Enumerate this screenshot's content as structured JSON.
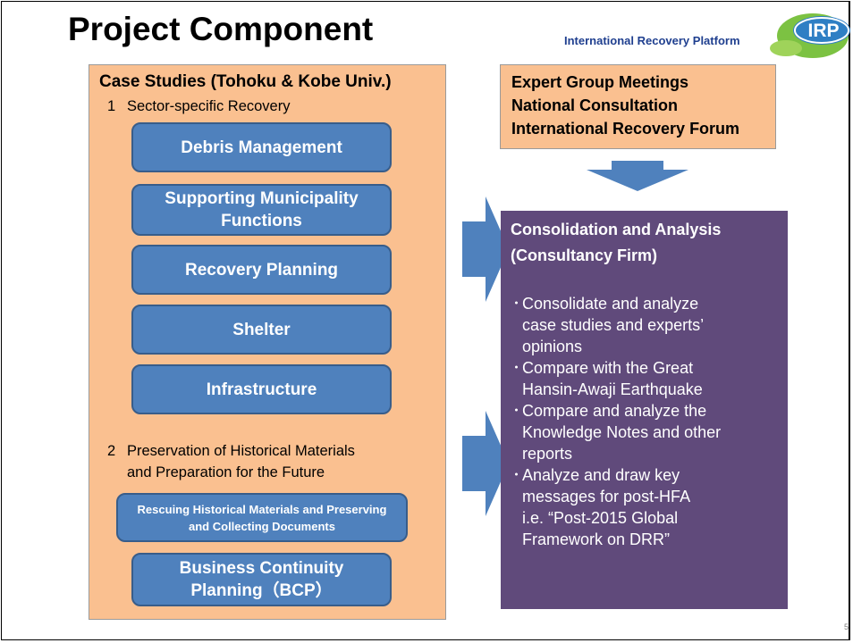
{
  "title": "Project Component",
  "header": {
    "org_name": "International Recovery Platform",
    "logo_text": "IRP"
  },
  "left_panel": {
    "heading": "Case Studies (Tohoku & Kobe Univ.)",
    "section1": {
      "number": "1",
      "label": "Sector-specific Recovery"
    },
    "sectors": [
      "Debris Management",
      "Supporting Municipality Functions",
      "Recovery Planning",
      "Shelter",
      "Infrastructure"
    ],
    "section2": {
      "number": "2",
      "label_line1": "Preservation of Historical Materials",
      "label_line2": "and Preparation for the Future"
    },
    "section2_items": [
      "Rescuing Historical Materials and Preserving and Collecting Documents",
      "Business Continuity Planning（BCP）"
    ]
  },
  "right_top": {
    "lines": [
      "Expert Group Meetings",
      "National Consultation",
      "International Recovery Forum"
    ]
  },
  "analysis": {
    "heading_line1": "Consolidation and Analysis",
    "heading_line2": "(Consultancy Firm)",
    "bullet_mark": "･",
    "bullets": [
      "Consolidate and analyze\ncase studies and experts’\nopinions",
      "Compare with the Great\nHansin-Awaji Earthquake",
      "Compare and analyze the\nKnowledge Notes and other\nreports",
      "Analyze and draw key\nmessages for post-HFA\ni.e. “Post-2015 Global\nFramework  on DRR”"
    ]
  },
  "page_number": "5",
  "colors": {
    "orange_box": "#fac090",
    "blue_button": "#4f81bd",
    "purple_box": "#604a7b",
    "arrow": "#4f81bd"
  }
}
